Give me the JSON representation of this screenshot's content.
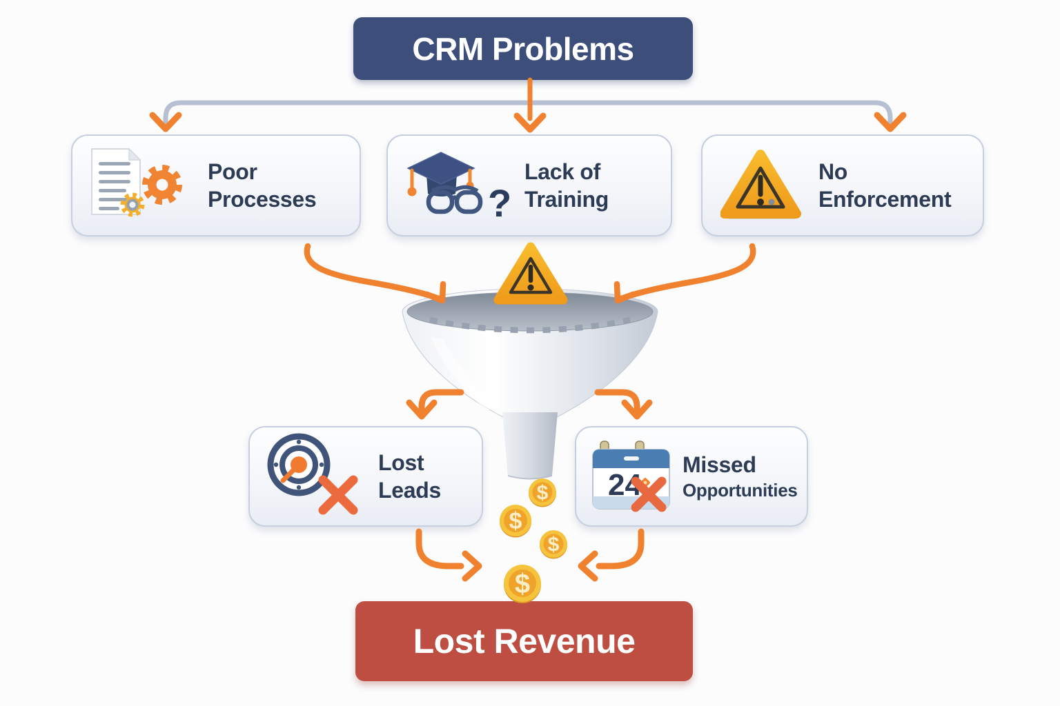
{
  "header": {
    "label": "CRM Problems"
  },
  "problems": [
    {
      "id": "poor-processes",
      "line1": "Poor",
      "line2": "Processes"
    },
    {
      "id": "lack-of-training",
      "line1": "Lack of",
      "line2": "Training"
    },
    {
      "id": "no-enforcement",
      "line1": "No",
      "line2": "Enforcement"
    }
  ],
  "outcomes": [
    {
      "id": "lost-leads",
      "line1": "Lost",
      "line2": "Leads"
    },
    {
      "id": "missed-opportunities",
      "line1": "Missed",
      "line2": "Opportunities",
      "calendar_day": "24"
    }
  ],
  "result": {
    "label": "Lost Revenue"
  },
  "icon_text": {
    "question_mark": "?",
    "coin_symbol": "$"
  },
  "icons": [
    "document-gears-icon",
    "graduation-cap-question-icon",
    "warning-triangle-icon",
    "funnel-warning-triangle-icon",
    "target-crossed-icon",
    "calendar-crossed-icon",
    "dollar-coin-icon",
    "funnel-icon"
  ],
  "colors": {
    "header_bg": "#3e4e7a",
    "result_bg": "#bf4e42",
    "card_border": "#c5cfdf",
    "text_dark": "#2d3b55",
    "arrow_orange": "#f0812f",
    "connector_gray": "#b6c0d2",
    "warning_gold": "#f5ac25",
    "coin_gold": "#f3c33a",
    "funnel_body": "#dde2e9",
    "funnel_mouth": "#8a94a1"
  }
}
